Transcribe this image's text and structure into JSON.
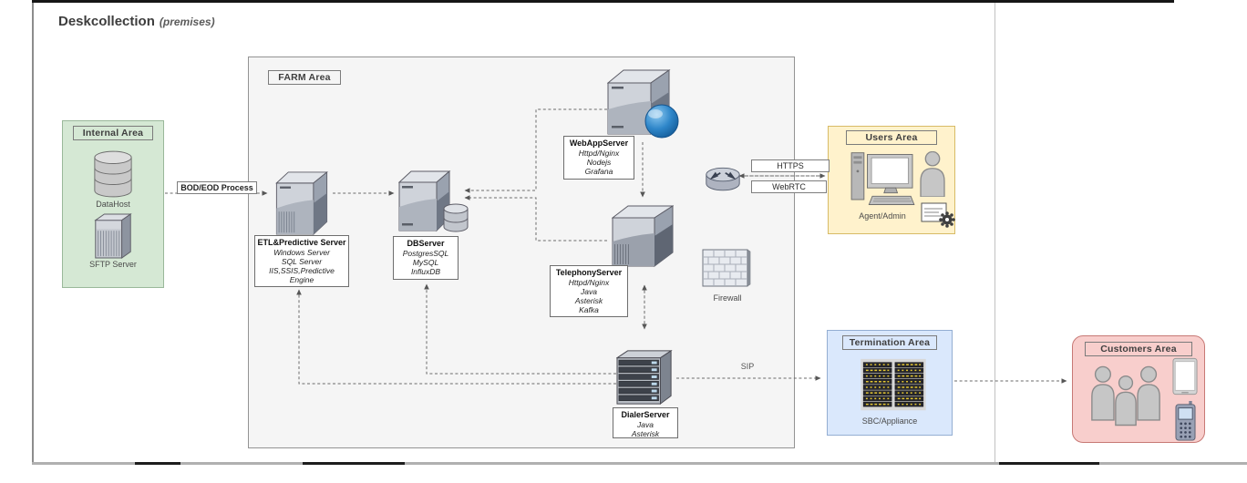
{
  "diagram": {
    "title": "Deskcollection",
    "title_suffix": "(premises)"
  },
  "areas": {
    "internal": {
      "label": "Internal Area"
    },
    "farm": {
      "label": "FARM Area"
    },
    "users": {
      "label": "Users Area",
      "caption": "Agent/Admin"
    },
    "termination": {
      "label": "Termination Area",
      "caption": "SBC/Appliance"
    },
    "customers": {
      "label": "Customers Area"
    }
  },
  "nodes": {
    "datahost": {
      "caption": "DataHost"
    },
    "sftp": {
      "caption": "SFTP Server"
    },
    "etl": {
      "title": "ETL&Predictive Server",
      "lines": [
        "Windows Server",
        "SQL Server",
        "IIS,SSIS,Predictive",
        "Engine"
      ]
    },
    "db": {
      "title": "DBServer",
      "lines": [
        "PostgresSQL",
        "MySQL",
        "InfluxDB"
      ]
    },
    "webapp": {
      "title": "WebAppServer",
      "lines": [
        "Httpd/Nginx",
        "Nodejs",
        "Grafana"
      ]
    },
    "telephony": {
      "title": "TelephonyServer",
      "lines": [
        "Httpd/Nginx",
        "Java",
        "Asterisk",
        "Kafka"
      ]
    },
    "dialer": {
      "title": "DialerServer",
      "lines": [
        "Java",
        "Asterisk"
      ]
    },
    "firewall": {
      "caption": "Firewall"
    }
  },
  "edges": {
    "bod_eod": {
      "label": "BOD/EOD Process"
    },
    "https": {
      "label": "HTTPS"
    },
    "webrtc": {
      "label": "WebRTC"
    },
    "sip": {
      "label": "SIP"
    }
  },
  "colors": {
    "internal_fill": "#d5e8d4",
    "farm_fill": "#f5f5f5",
    "users_fill": "#fff2cc",
    "termination_fill": "#dae8fc",
    "customers_fill": "#f8cecc",
    "connector": "#6a6a6a",
    "globe_blue": "#2e86c9",
    "led_yellow": "#e6c832"
  }
}
